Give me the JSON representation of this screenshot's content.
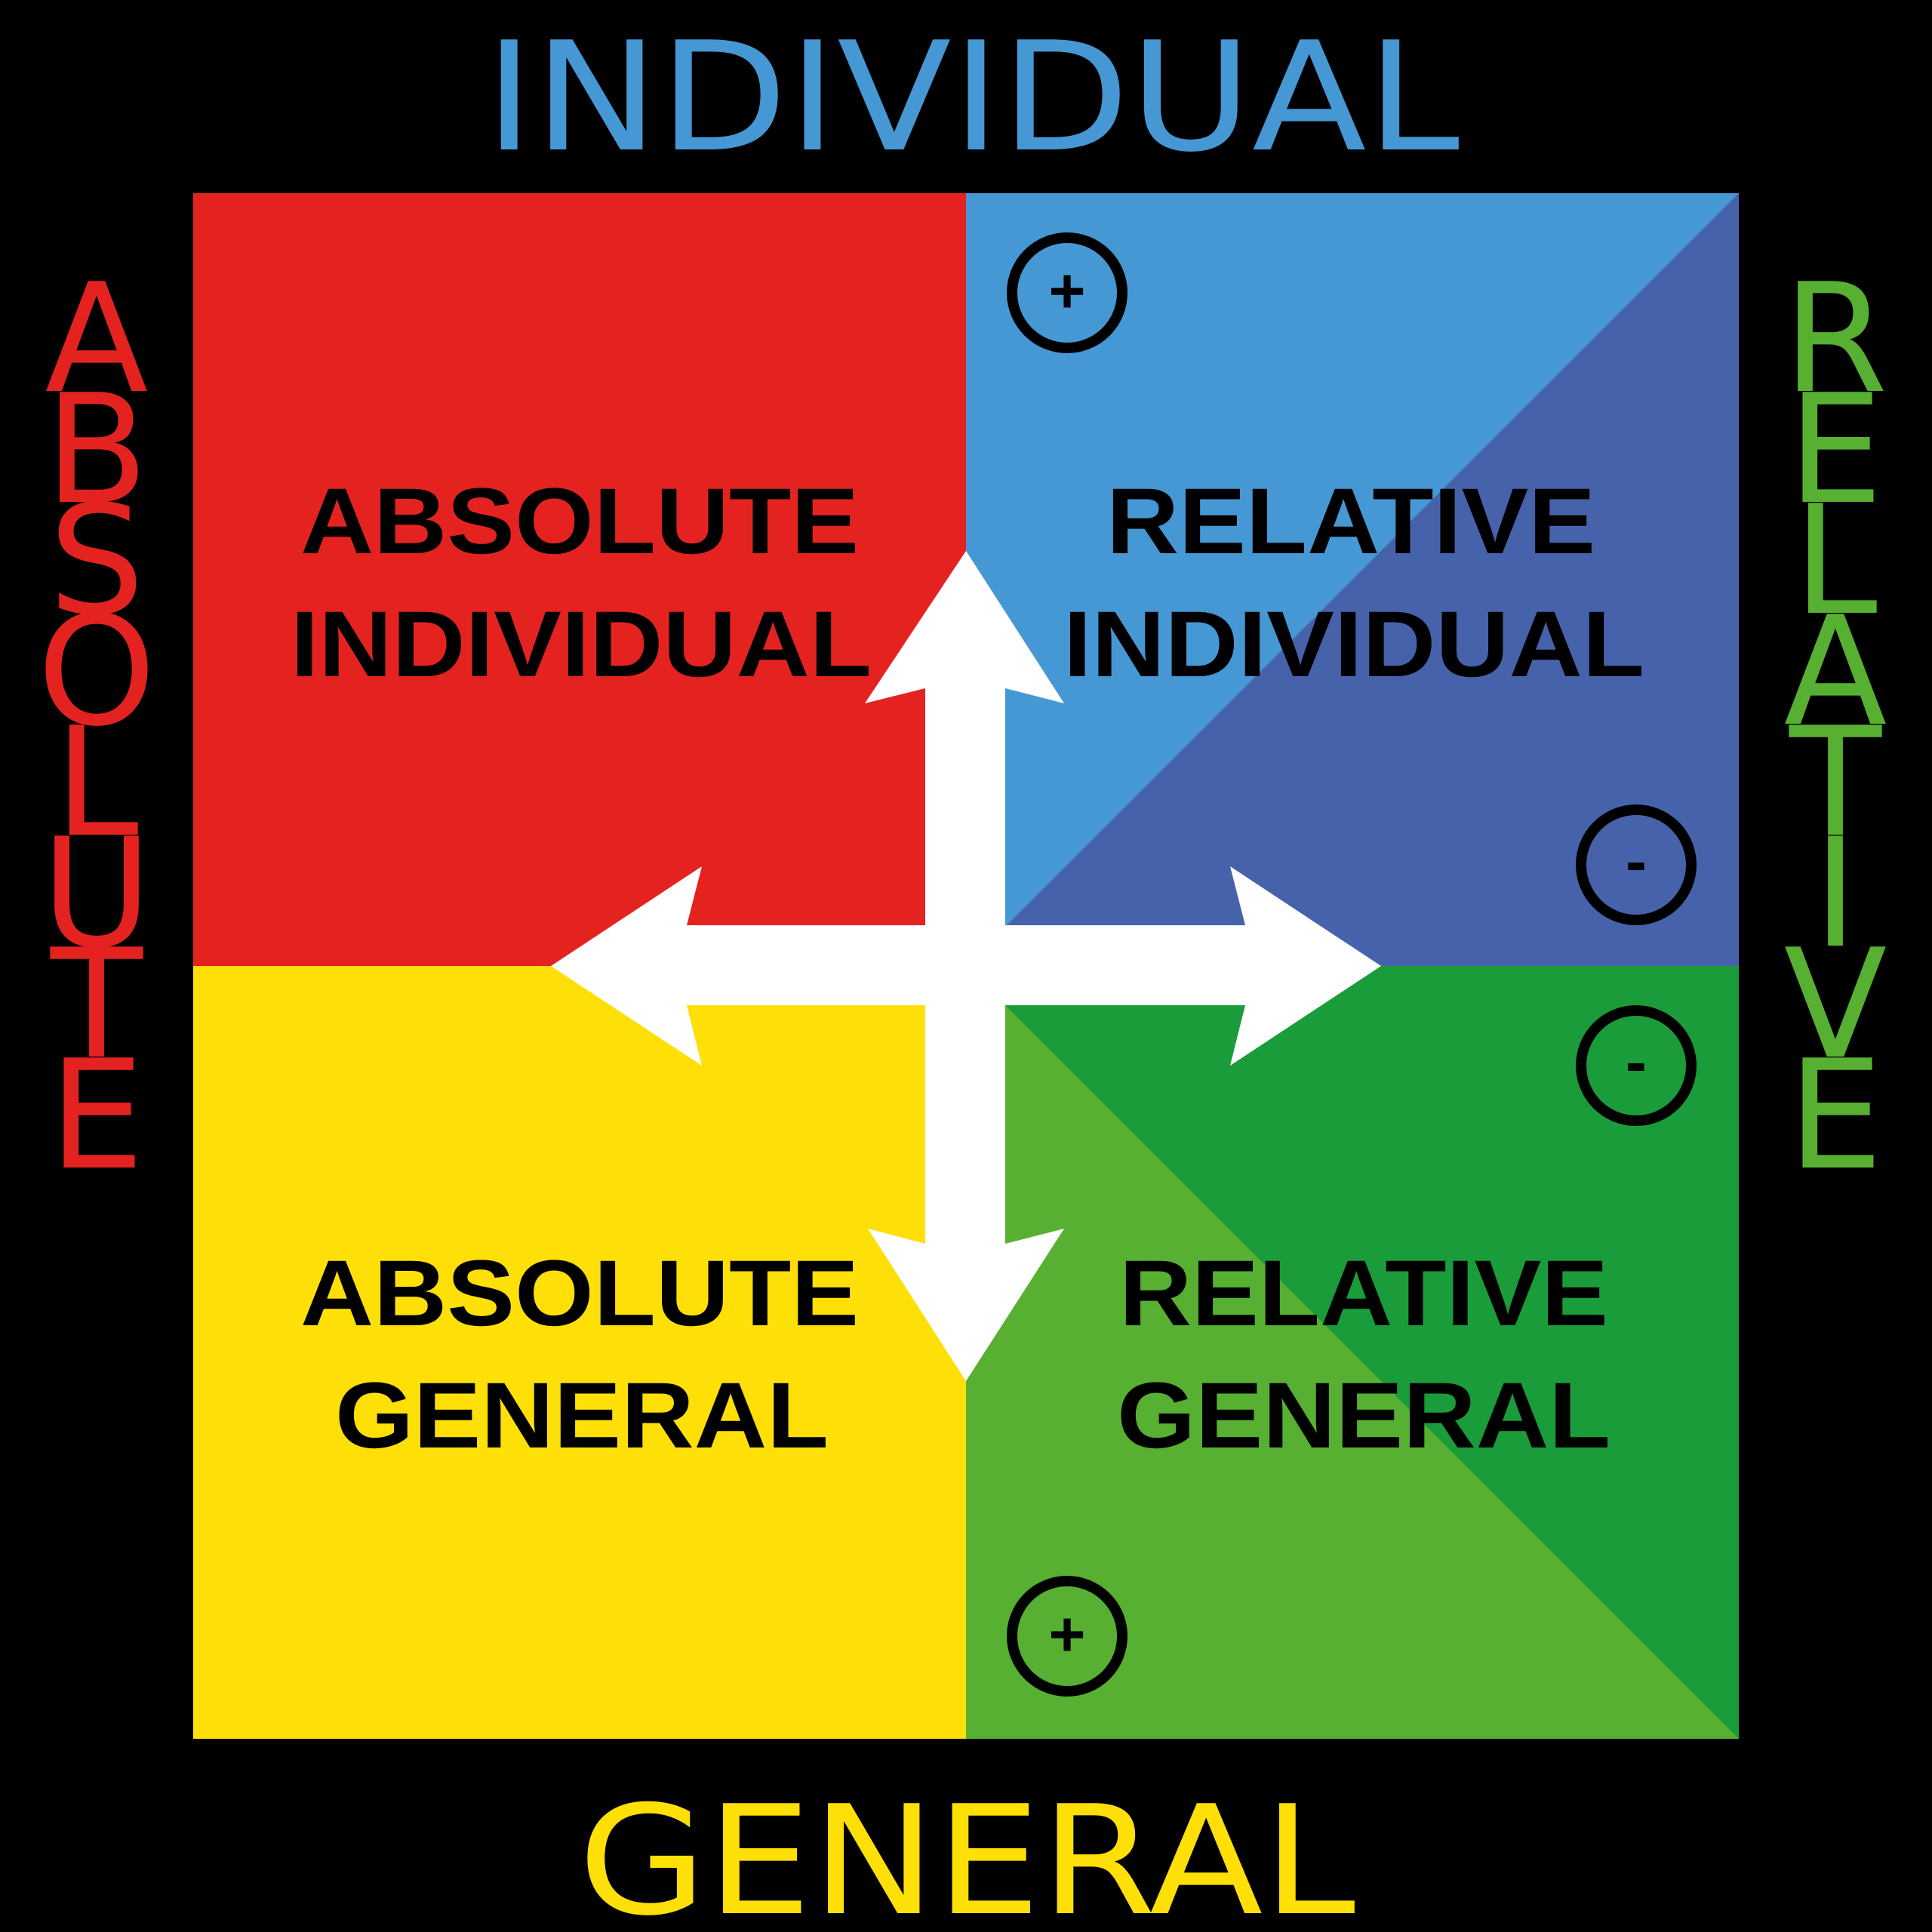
{
  "axes": {
    "top": "INDIVIDUAL",
    "bottom": "GENERAL",
    "left": "ABSOLUTE",
    "right": "RELATIVE"
  },
  "quadrants": {
    "top_left": {
      "line1": "ABSOLUTE",
      "line2": "INDIVIDUAL"
    },
    "top_right": {
      "line1": "RELATIVE",
      "line2": "INDIVIDUAL"
    },
    "bottom_left": {
      "line1": "ABSOLUTE",
      "line2": "GENERAL"
    },
    "bottom_right": {
      "line1": "RELATIVE",
      "line2": "GENERAL"
    }
  },
  "symbols": {
    "plus": "+",
    "minus": "-"
  },
  "colors": {
    "background": "#000000",
    "absolute_individual": "#e42320",
    "relative_individual_light": "#4698d4",
    "relative_individual_dark": "#4662ab",
    "absolute_general": "#fedf08",
    "relative_general_light": "#57b031",
    "relative_general_dark": "#1a9c3a",
    "arrows": "#ffffff",
    "text_dark": "#000000",
    "axis_top": "#4698d4",
    "axis_bottom": "#fedf08",
    "axis_left": "#e42320",
    "axis_right": "#57b031"
  }
}
